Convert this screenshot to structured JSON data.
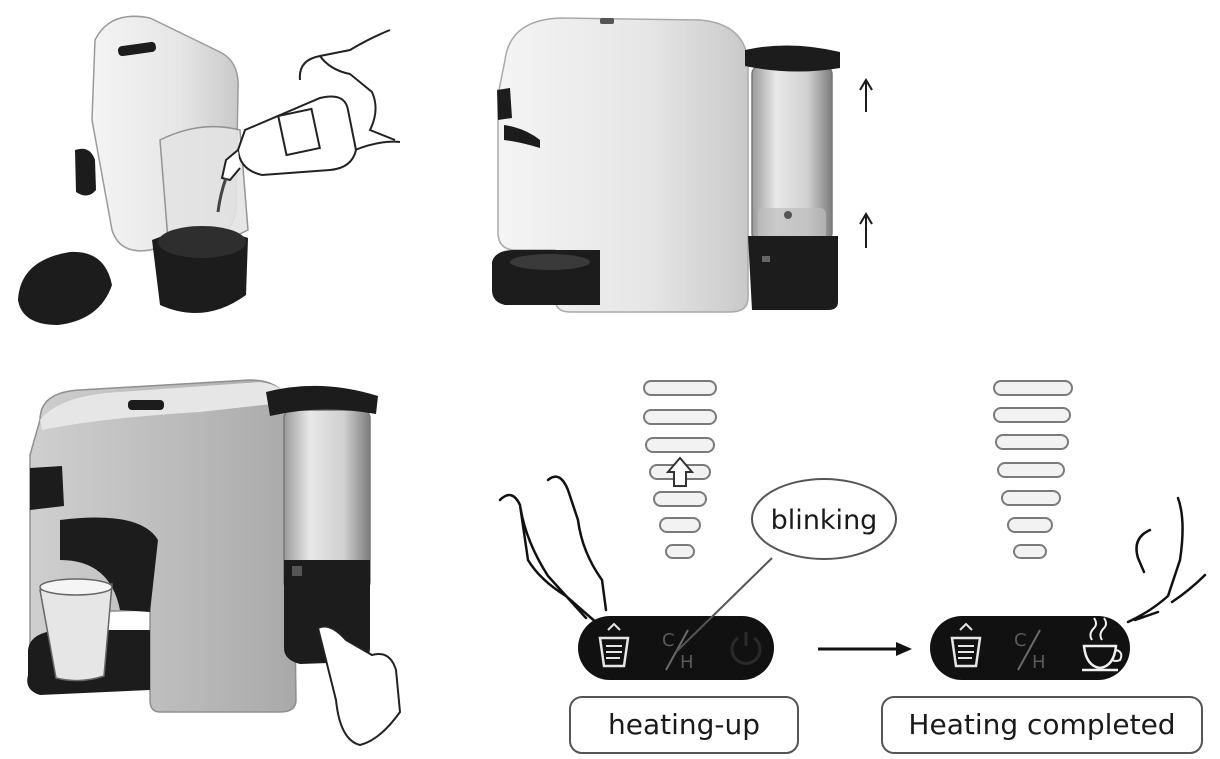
{
  "callout": {
    "text": "blinking"
  },
  "status_before": {
    "label": "heating-up"
  },
  "status_after": {
    "label": "Heating completed"
  },
  "panel": {
    "mode_top": "C",
    "mode_bottom": "H"
  },
  "icons": {
    "tank": "water-tank-icon",
    "mode": "cold-hot-mode-icon",
    "power": "power-icon",
    "cup": "coffee-cup-icon",
    "arrow": "arrow-right-icon"
  },
  "colors": {
    "ink": "#1a1a1a",
    "panel": "#111111",
    "machine_body": "#dcdcdc",
    "machine_dark": "#1c1c1c",
    "bar_fill": "#f2f2f2",
    "bar_stroke": "#7a7a7a"
  }
}
